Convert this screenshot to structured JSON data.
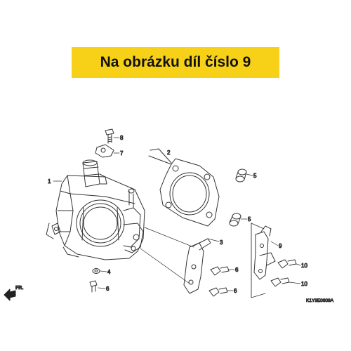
{
  "banner": {
    "text": "Na obrázku díl číslo 9"
  },
  "colors": {
    "banner_bg": "#f7d117",
    "line": "#333333"
  },
  "callouts": [
    "1",
    "2",
    "3",
    "4",
    "5",
    "5",
    "6",
    "6",
    "7",
    "8",
    "9",
    "10",
    "10"
  ],
  "direction_label": "FR.",
  "diagram_code": "K1Y3E0609A"
}
